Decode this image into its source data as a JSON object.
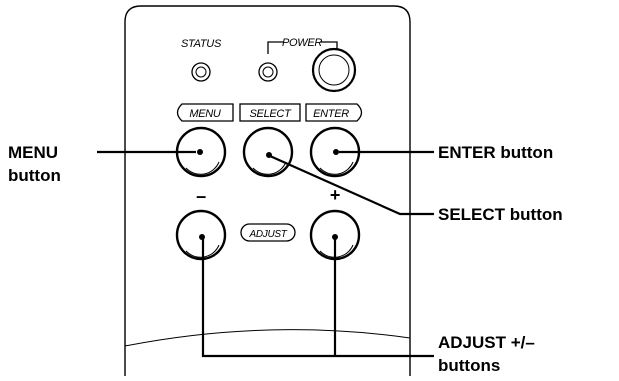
{
  "panel": {
    "status_label": "STATUS",
    "power_label": "POWER",
    "menu_label": "MENU",
    "select_label": "SELECT",
    "enter_label": "ENTER",
    "adjust_label": "ADJUST",
    "minus_label": "–",
    "plus_label": "+"
  },
  "callouts": {
    "menu_line1": "MENU",
    "menu_line2": "button",
    "enter": "ENTER button",
    "select": "SELECT button",
    "adjust_line1": "ADJUST +/–",
    "adjust_line2": "buttons"
  },
  "colors": {
    "ink": "#000000",
    "panel_fill": "#ffffff"
  }
}
